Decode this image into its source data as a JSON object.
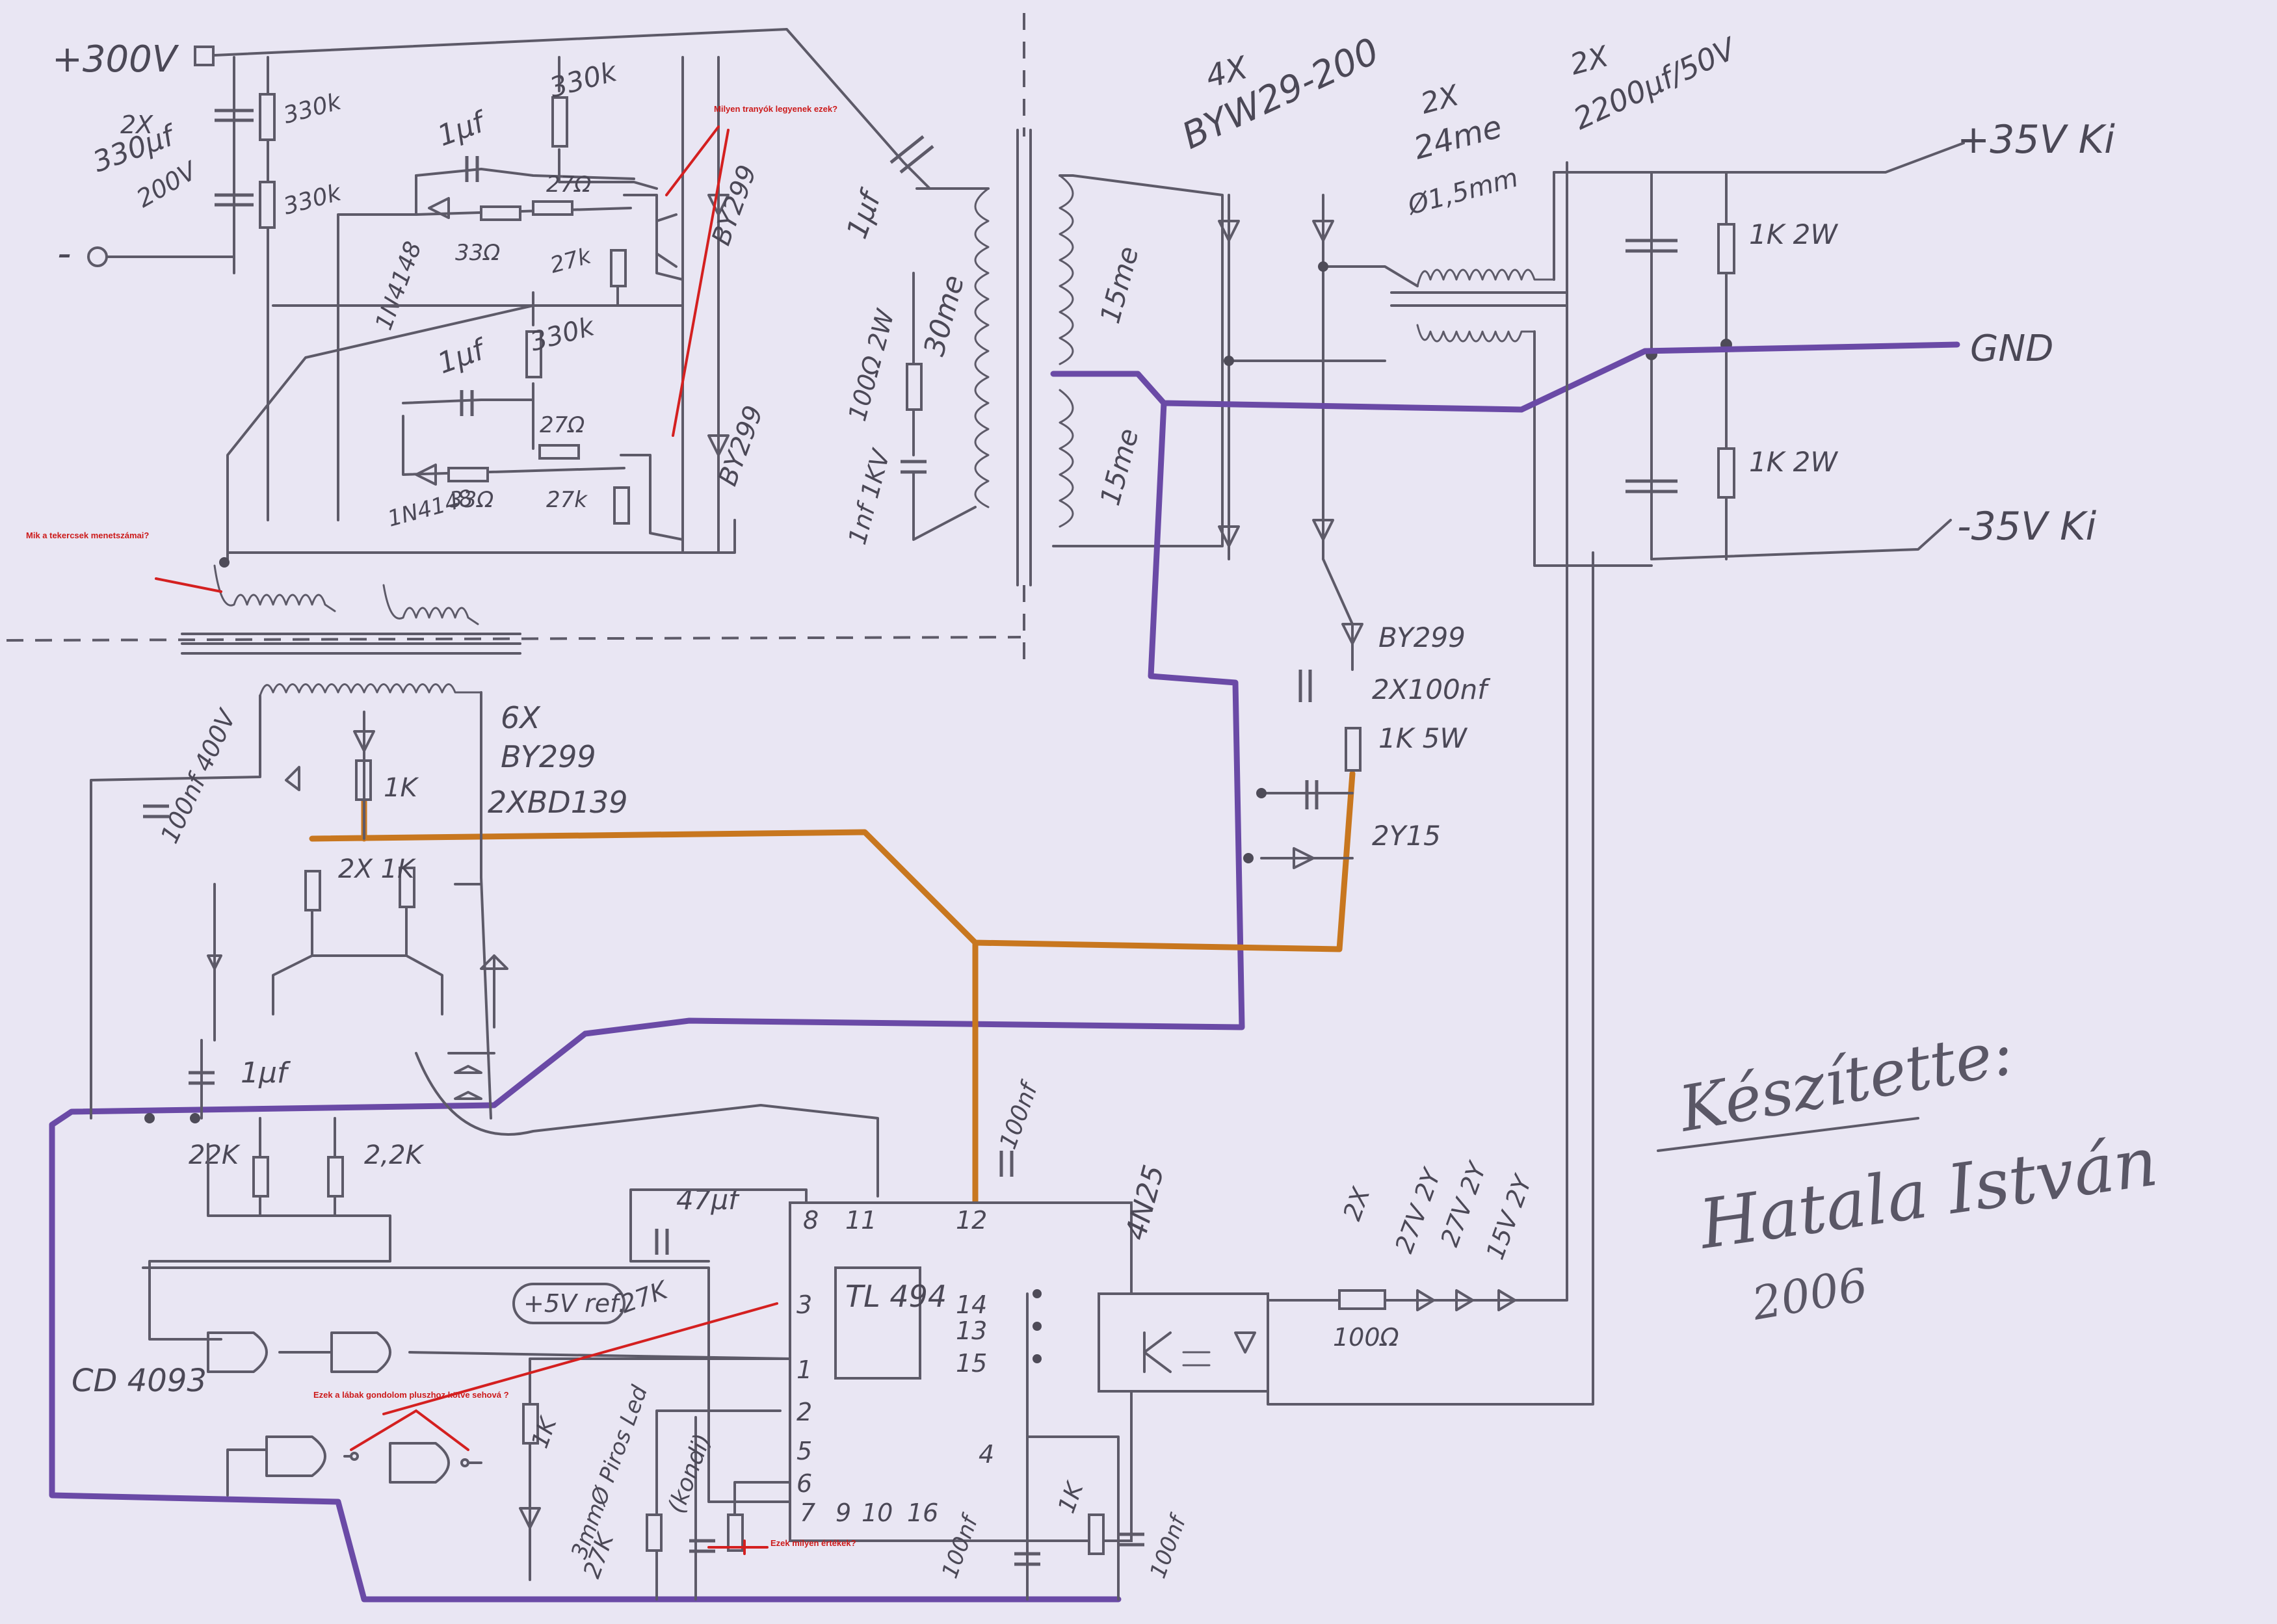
{
  "labels": {
    "v300": "+300V",
    "c_in_count": "2X",
    "c_in_value": "330μf",
    "c_in_voltage": "200V",
    "r_330k_a": "330k",
    "r_330k_b": "330k",
    "neg_terminal": "-",
    "r_330k_c": "330k",
    "r_330k_d": "330k",
    "cap_1uf_a": "1μf",
    "r_27_a": "27Ω",
    "r_33_a": "33Ω",
    "diode_1n4148_a": "1N4148",
    "r_27k_a": "27k",
    "byx299_top": "BY299",
    "cap_1uf_b": "1μf",
    "r_27_b": "27Ω",
    "r_33_b": "33Ω",
    "diode_1n4148_b": "1N4148",
    "r_27k_b": "27k",
    "byx299_mid": "BY299",
    "cap_1uf_c": "1μf",
    "prim_turns": "30me",
    "r_100_2w": "100Ω 2W",
    "cap_1nf_1kv": "1nf 1KV",
    "sec_turns_a": "15me",
    "sec_turns_b": "15me",
    "rect_count": "4X",
    "rect_type": "BYW29-200",
    "choke_count": "2X",
    "choke_turns": "24me",
    "choke_wire": "Ø1,5mm",
    "out_cap_count": "2X",
    "out_cap_value": "2200μf/50V",
    "out_pos": "+35V Ki",
    "out_gnd": "GND",
    "out_neg": "-35V Ki",
    "r_1k_2w_a": "1K 2W",
    "r_1k_2w_b": "1K 2W",
    "aux_diode": "BY299",
    "aux_caps": "2X100nf",
    "aux_res": "1K 5W",
    "zener": "2Y15",
    "drv_diodes_count": "6X",
    "drv_diodes_type": "BY299",
    "drv_transistors": "2XBD139",
    "cap_100nf_400v": "100nf 400V",
    "r_1k_drv": "1K",
    "r_2x1k": "2X 1K",
    "cap_1uf_drv": "1μf",
    "pot_22k": "22K",
    "pot_22k_b": "2,2K",
    "cap_100nf_fb": "100nf",
    "cap_47uf": "47μf",
    "ref_label": "+5V ref.",
    "r_27k_ref": "27K",
    "r_1k_led": "1K",
    "led_label": "3mmØ Piros Led",
    "r_27k_low": "27K",
    "kondi_label": "(kondi)",
    "ic_name": "TL 494",
    "ic_pins_top": [
      "8",
      "11",
      "12"
    ],
    "ic_pins_left": [
      "3",
      "1",
      "2",
      "5",
      "6"
    ],
    "ic_pins_right": [
      "14",
      "13",
      "15",
      "4"
    ],
    "ic_pins_bottom": [
      "7",
      "9",
      "10",
      "16"
    ],
    "cap_100nf_a": "100nf",
    "r_1k_ic": "1K",
    "cap_100nf_b": "100nf",
    "cd4093": "CD 4093",
    "optocoupler": "4N25",
    "fb_zener_count": "2X",
    "fb_zener_a": "27V 2Y",
    "fb_zener_b": "27V 2Y",
    "fb_zener_c": "15V 2Y",
    "r_100_fb": "100Ω",
    "pin1_label": "1",
    "signature_title": "Készítette:",
    "signature_name": "Hatala István",
    "signature_year": "2006"
  },
  "notes": {
    "transistors": "Milyen tranyók legyenek ezek?",
    "turns": "Mik a tekercsek menetszámai?",
    "gate_pins": "Ezek a lábak gondolom pluszhoz kötve sehová ?",
    "components": "Ezek milyen értékek?"
  },
  "colors": {
    "paper": "#e9e6f3",
    "ink": "#5d5a68",
    "gnd_trace": "#6a4aa6",
    "ref_trace": "#c8771f",
    "annotation": "#d42020"
  }
}
